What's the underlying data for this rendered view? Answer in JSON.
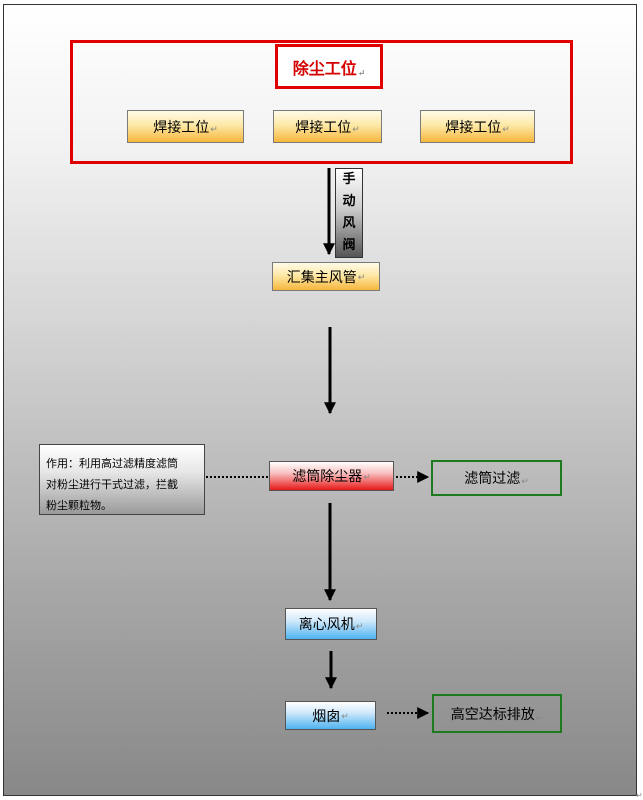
{
  "dust_station": {
    "title": "除尘工位",
    "welding_stations": [
      "焊接工位",
      "焊接工位",
      "焊接工位"
    ]
  },
  "manual_damper": [
    "手",
    "动",
    "风",
    "阀"
  ],
  "main_duct": "汇集主风管",
  "cartridge_collector": "滤筒除尘器",
  "cartridge_filtration": "滤筒过滤",
  "note": {
    "lines": [
      "作用：利用高过滤精度滤筒",
      "对粉尘进行干式过滤，拦截",
      "粉尘颗粒物。"
    ]
  },
  "centrifugal_fan": "离心风机",
  "chimney": "烟囱",
  "high_altitude_discharge": "高空达标排放",
  "paragraph_mark": "↵",
  "colors": {
    "red": "#e00000",
    "green": "#1e7a1e",
    "orange": "#f6b63c",
    "blue": "#4fb3f0"
  }
}
